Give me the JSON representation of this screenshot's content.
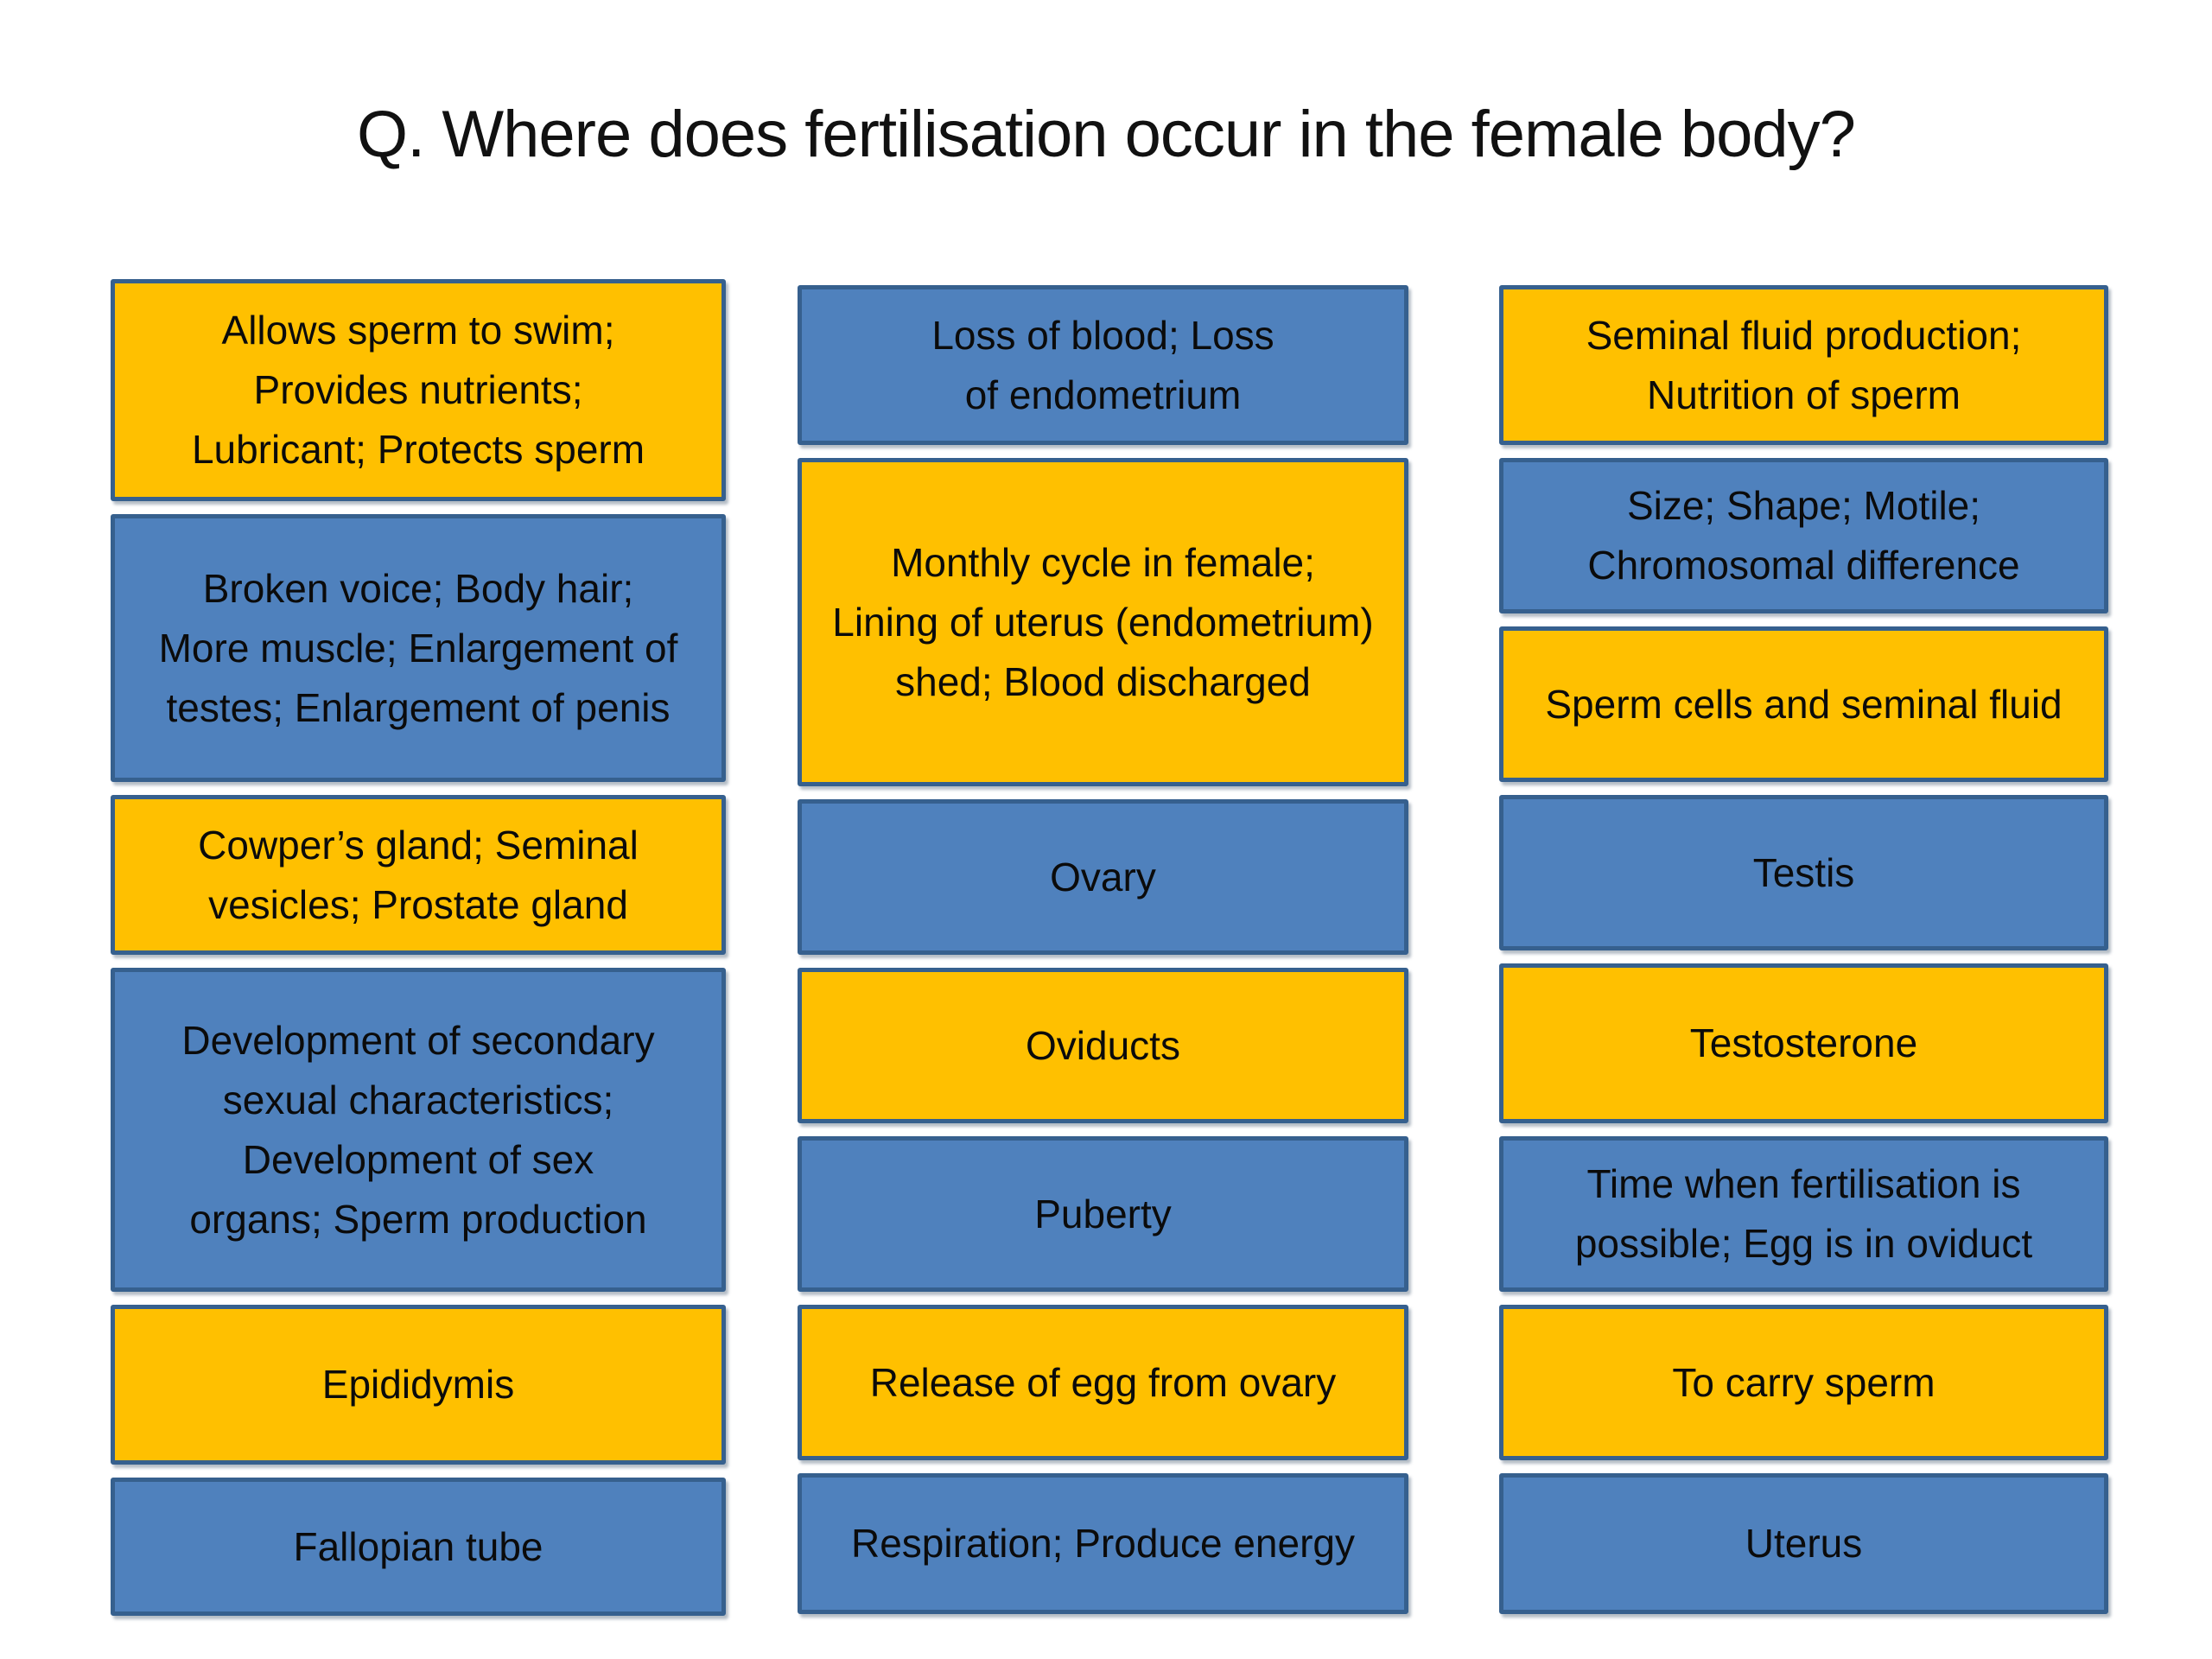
{
  "slide": {
    "title": "Q. Where does fertilisation occur in the female body?"
  },
  "colors": {
    "card_yellow": "#FFC000",
    "card_blue": "#4F81BD",
    "card_border": "#36608E",
    "background": "#FFFFFF",
    "text": "#0B0B0B"
  },
  "columns": [
    {
      "boxes": [
        {
          "text": "Allows sperm to swim; Provides nutrients; Lubricant; Protects sperm",
          "color": "yellow"
        },
        {
          "text": "Broken voice; Body hair; More muscle; Enlargement of testes; Enlargement of penis",
          "color": "blue"
        },
        {
          "text": "Cowper’s gland; Seminal vesicles; Prostate gland",
          "color": "yellow"
        },
        {
          "text": "Development of secondary sexual characteristics; Development of sex organs; Sperm production",
          "color": "blue"
        },
        {
          "text": "Epididymis",
          "color": "yellow"
        },
        {
          "text": "Fallopian tube",
          "color": "blue"
        }
      ]
    },
    {
      "boxes": [
        {
          "text": "Loss of blood; Loss of endometrium",
          "color": "blue"
        },
        {
          "text": "Monthly cycle in female; Lining of uterus (endometrium) shed; Blood discharged",
          "color": "yellow"
        },
        {
          "text": "Ovary",
          "color": "blue"
        },
        {
          "text": "Oviducts",
          "color": "yellow"
        },
        {
          "text": "Puberty",
          "color": "blue"
        },
        {
          "text": "Release of egg from ovary",
          "color": "yellow"
        },
        {
          "text": "Respiration; Produce energy",
          "color": "blue"
        }
      ]
    },
    {
      "boxes": [
        {
          "text": "Seminal fluid production; Nutrition of sperm",
          "color": "yellow"
        },
        {
          "text": "Size; Shape; Motile; Chromosomal difference",
          "color": "blue"
        },
        {
          "text": "Sperm cells and seminal fluid",
          "color": "yellow"
        },
        {
          "text": "Testis",
          "color": "blue"
        },
        {
          "text": "Testosterone",
          "color": "yellow"
        },
        {
          "text": "Time when fertilisation is possible; Egg is in oviduct",
          "color": "blue"
        },
        {
          "text": "To carry sperm",
          "color": "yellow"
        },
        {
          "text": "Uterus",
          "color": "blue"
        }
      ]
    }
  ]
}
